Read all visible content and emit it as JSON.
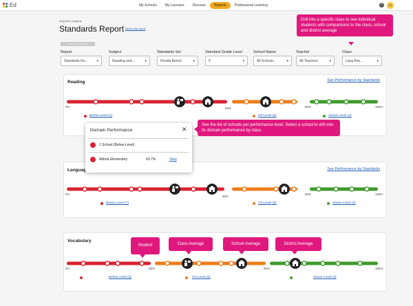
{
  "app": {
    "name": "Ed",
    "logo_colors": [
      "#e94435",
      "#4285f4",
      "#fbbc05",
      "#34a853"
    ]
  },
  "nav": {
    "items": [
      "My Schools",
      "My Licenses",
      "Discover",
      "Reports",
      "Professional Learning"
    ],
    "active": "Reports",
    "help": "?",
    "avatar": "LS"
  },
  "header": {
    "breadcrumb": "Reports & Insights",
    "title": "Standards Report",
    "about_link": "About this report",
    "customize": "Customize This Report"
  },
  "filters": [
    {
      "label": "Report",
      "value": "Standards Re..."
    },
    {
      "label": "Subject",
      "value": "Reading and..."
    },
    {
      "label": "Standards Set",
      "value": "Florida Bench"
    },
    {
      "label": "Standard Grade Level",
      "value": "5"
    },
    {
      "label": "School Name",
      "value": "All Schools"
    },
    {
      "label": "Teacher",
      "value": "All Teachers"
    },
    {
      "label": "Class",
      "value": "Lang Arts..."
    }
  ],
  "colors": {
    "below": "#d92332",
    "on": "#ee7d1a",
    "above": "#3f9a2d",
    "accent": "#e0187e",
    "link": "#1a5bb5"
  },
  "ticks": {
    "start": "0%",
    "below_on": "65%",
    "on_above": "80%",
    "end": "100%"
  },
  "cards": [
    {
      "title": "Reading",
      "link": "See Performance by Standards",
      "legend": {
        "below": "Below Level (1)",
        "on": "On-Level (5)",
        "above": "Above Level (4)"
      }
    },
    {
      "title": "Language",
      "link": "See Performance by Standards",
      "legend": {
        "below": "Below Level (7)",
        "on": "On-Level (5)",
        "above": "Above Level (4)"
      }
    },
    {
      "title": "Vocabulary",
      "link": "",
      "legend": {
        "below": "Below Level (3)",
        "on": "On-Level (5)",
        "above": "Above Level (4)"
      }
    }
  ],
  "popup": {
    "title": "Domain Performance",
    "close": "✕",
    "row1": "1 School (Below-Level)",
    "row2_name": "Abbott Elementary",
    "row2_pct": "63.7%",
    "row2_link": "View"
  },
  "callouts": {
    "drill_class": "Drill into a specific class to see individual students with comparisons to the class, school and district average",
    "schools": "See the list of schools per performance level.  Select a school to drill into its domain performance by class.",
    "student": "Student",
    "class_avg": "Class Average",
    "school_avg": "School Average",
    "district_avg": "District Average"
  }
}
